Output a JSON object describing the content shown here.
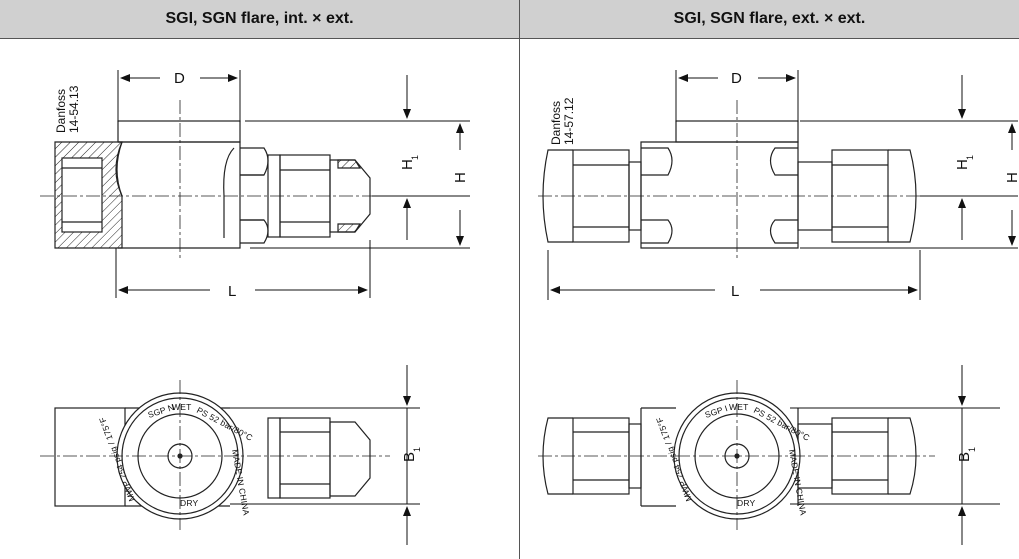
{
  "headers": {
    "left": "SGI, SGN flare, int. × ext.",
    "right": "SGI, SGN flare, ext. × ext."
  },
  "left_drawing": {
    "label_line1": "Danfoss",
    "label_line2": "14-54.13",
    "dim_D": "D",
    "dim_H": "H",
    "dim_H1_main": "H",
    "dim_H1_sub": "1",
    "dim_L": "L",
    "dim_B1_main": "B",
    "dim_B1_sub": "1",
    "sight_glass": {
      "model": "SGP N",
      "wet": "WET",
      "dry": "DRY",
      "ps": "PS 52 bar/80°C",
      "made": "MADE IN CHINA",
      "mwp": "MWP 754 psig / 175°F"
    }
  },
  "right_drawing": {
    "label_line1": "Danfoss",
    "label_line2": "14-57.12",
    "dim_D": "D",
    "dim_H": "H",
    "dim_H1_main": "H",
    "dim_H1_sub": "1",
    "dim_L": "L",
    "dim_B1_main": "B",
    "dim_B1_sub": "1",
    "sight_glass": {
      "model": "SGP I",
      "wet": "WET",
      "dry": "DRY",
      "ps": "PS 52 bar/80°C",
      "made": "MADE IN CHINA",
      "mwp": "MWP 754 psig / 175°F"
    }
  }
}
